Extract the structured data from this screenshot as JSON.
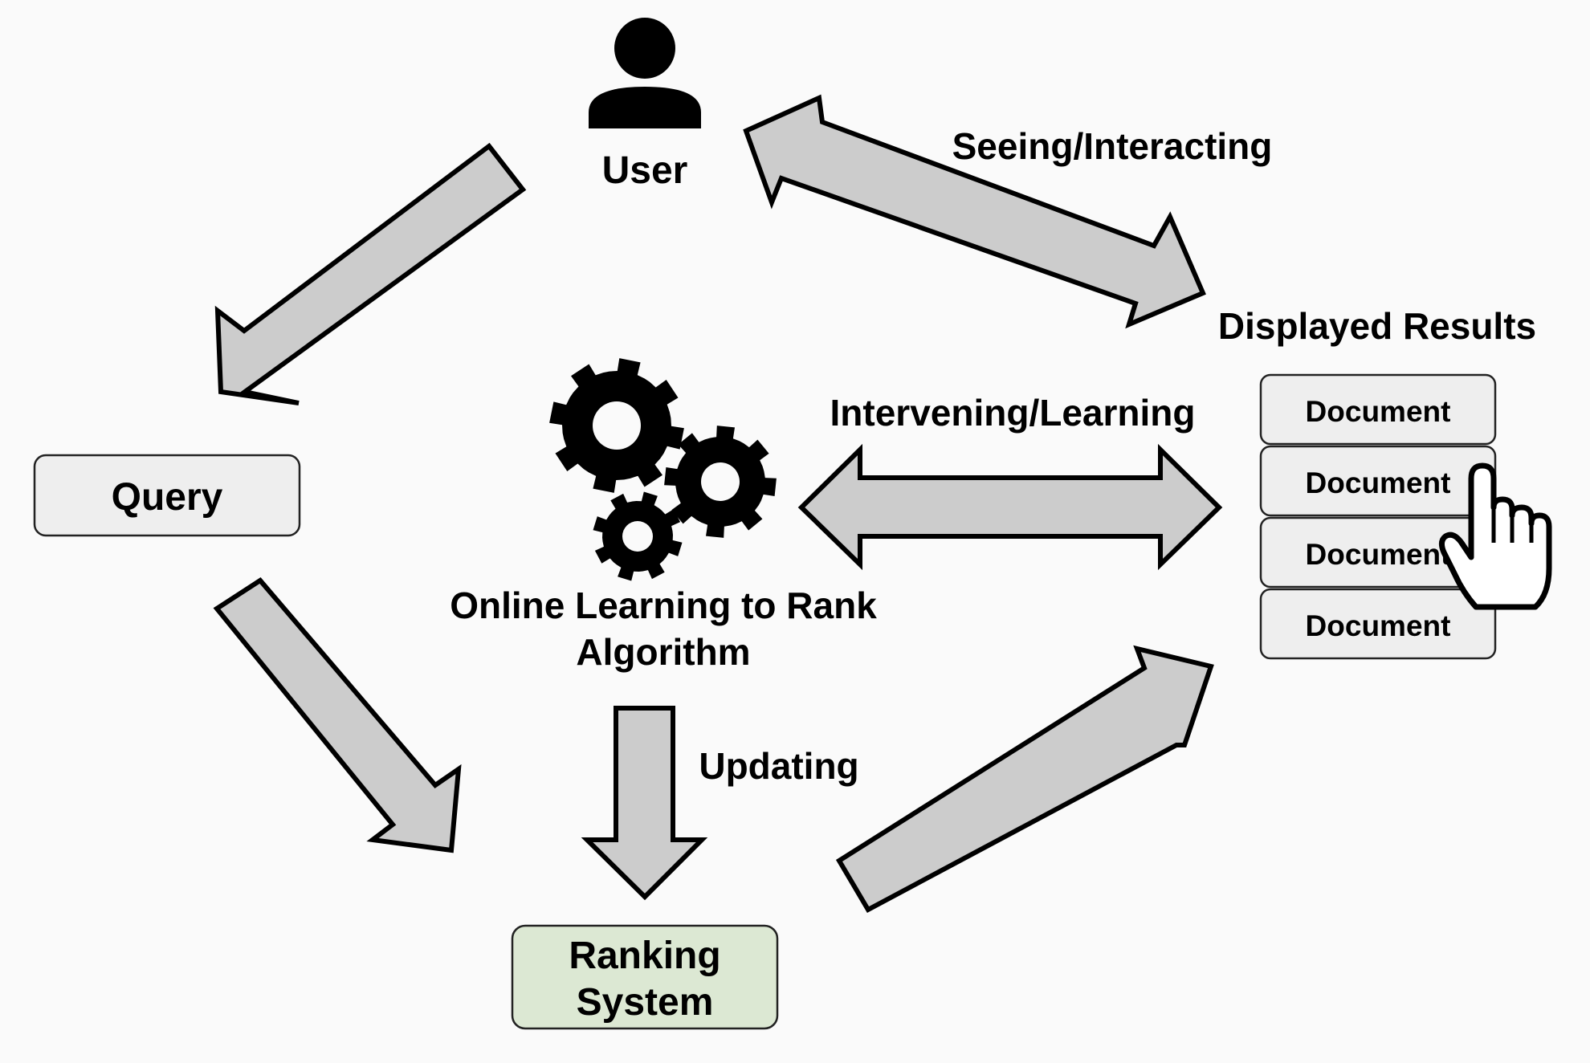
{
  "nodes": {
    "user": {
      "label": "User"
    },
    "query": {
      "label": "Query"
    },
    "algorithm": {
      "label_line1": "Online Learning to Rank",
      "label_line2": "Algorithm"
    },
    "ranking_system": {
      "label_line1": "Ranking",
      "label_line2": "System"
    },
    "displayed_results": {
      "label": "Displayed Results",
      "documents": [
        "Document",
        "Document",
        "Document",
        "Document"
      ]
    }
  },
  "edges": {
    "seeing_interacting": "Seeing/Interacting",
    "intervening_learning": "Intervening/Learning",
    "updating": "Updating"
  },
  "icons": {
    "user": "person-icon",
    "algorithm": "gears-icon",
    "click": "pointing-hand-cursor-icon"
  },
  "colors": {
    "background": "#fafafa",
    "arrow_fill": "#cccccc",
    "arrow_stroke": "#000000",
    "box_fill": "#eeeeee",
    "ranking_fill": "#dce8d3"
  }
}
